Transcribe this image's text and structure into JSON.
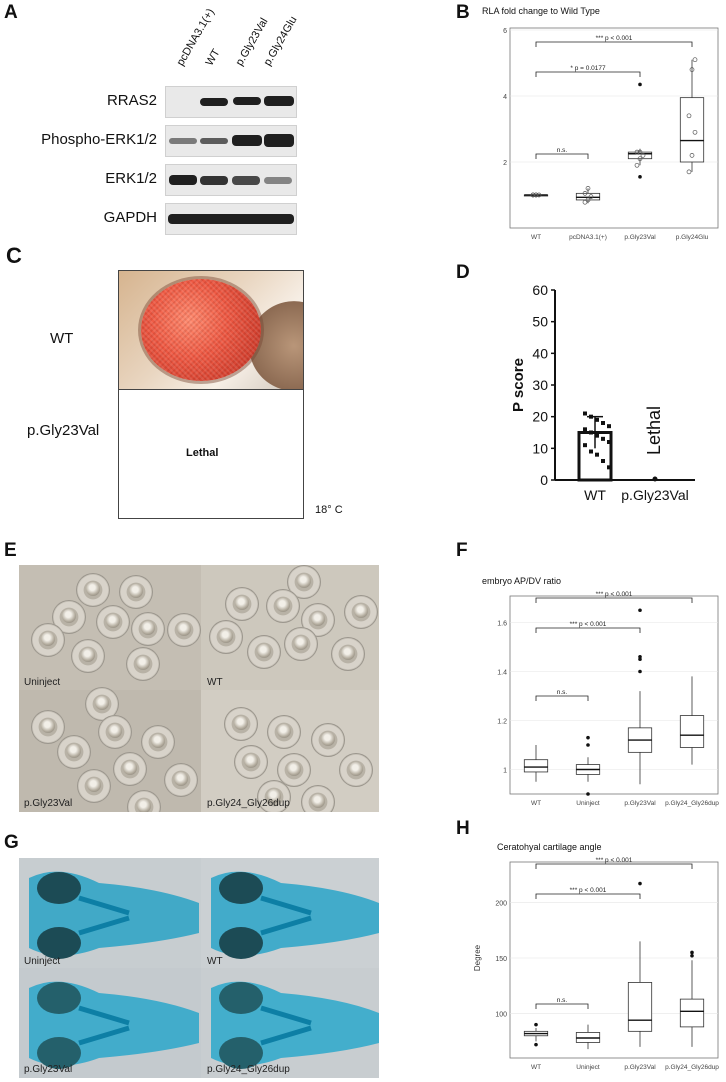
{
  "panels": {
    "A": "A",
    "B": "B",
    "C": "C",
    "D": "D",
    "E": "E",
    "F": "F",
    "G": "G",
    "H": "H"
  },
  "panelA": {
    "lanes": [
      "pcDNA3.1(+)",
      "WT",
      "p.Gly23Val",
      "p.Gly24Glu"
    ],
    "rows": [
      "RRAS2",
      "Phospho-ERK1/2",
      "ERK1/2",
      "GAPDH"
    ]
  },
  "panelB": {
    "title": "RLA fold change to Wild Type",
    "sig": [
      "*** p < 0.001",
      "*  p = 0.0177",
      "n.s."
    ]
  },
  "panelC": {
    "row_labels": [
      "WT",
      "p.Gly23Val"
    ],
    "lethal": "Lethal",
    "temp": "18° C"
  },
  "panelD": {
    "ylabel": "P score",
    "lethal": "Lethal"
  },
  "panelE": {
    "labels": [
      "Uninject",
      "WT",
      "p.Gly23Val",
      "p.Gly24_Gly26dup"
    ]
  },
  "panelF": {
    "title": "embryo AP/DV ratio",
    "sig": [
      "*** p < 0.001",
      "*** p < 0.001",
      "n.s."
    ]
  },
  "panelG": {
    "labels": [
      "Uninject",
      "WT",
      "p.Gly23Val",
      "p.Gly24_Gly26dup"
    ]
  },
  "panelH": {
    "title": "Ceratohyal cartilage angle",
    "sig": [
      "*** p < 0.001",
      "*** p < 0.001",
      "n.s."
    ]
  },
  "chart_data": [
    {
      "type": "box",
      "id": "B",
      "title": "RLA fold change to Wild Type",
      "categories": [
        "WT",
        "pcDNA3.1(+)",
        "p.Gly23Val",
        "p.Gly24Glu"
      ],
      "ylim": [
        0,
        6
      ],
      "yticks": [
        2,
        4,
        6
      ],
      "boxes": [
        {
          "q1": 1.0,
          "median": 1.0,
          "q3": 1.0,
          "lo": 1.0,
          "hi": 1.0
        },
        {
          "q1": 0.85,
          "median": 0.93,
          "q3": 1.05,
          "lo": 0.75,
          "hi": 1.2
        },
        {
          "q1": 2.1,
          "median": 2.25,
          "q3": 2.3,
          "lo": 1.9,
          "hi": 2.4
        },
        {
          "q1": 2.0,
          "median": 2.65,
          "q3": 3.95,
          "lo": 1.7,
          "hi": 5.1
        }
      ],
      "points": [
        [
          1.0,
          1.0,
          1.0,
          1.0,
          1.0
        ],
        [
          0.78,
          0.85,
          0.95,
          1.05,
          1.2
        ],
        [
          1.9,
          2.1,
          2.2,
          2.3,
          2.3
        ],
        [
          1.7,
          2.2,
          2.9,
          3.4,
          4.8,
          5.1
        ]
      ],
      "outliers": [
        [],
        [],
        [
          1.55,
          4.35
        ],
        []
      ]
    },
    {
      "type": "bar",
      "id": "D",
      "categories": [
        "WT",
        "p.Gly23Val"
      ],
      "values": [
        15,
        0
      ],
      "error": [
        5,
        0
      ],
      "ylabel": "P score",
      "ylim": [
        0,
        60
      ],
      "yticks": [
        0,
        10,
        20,
        30,
        40,
        50,
        60
      ],
      "points": [
        21,
        20,
        19,
        18,
        17,
        16,
        15,
        14,
        13,
        12,
        11,
        9,
        8,
        6,
        4
      ]
    },
    {
      "type": "box",
      "id": "F",
      "title": "embryo AP/DV ratio",
      "categories": [
        "WT",
        "Uninject",
        "p.Gly23Val",
        "p.Gly24_Gly26dup"
      ],
      "ylim": [
        0.9,
        1.7
      ],
      "yticks": [
        1.0,
        1.2,
        1.4,
        1.6
      ],
      "boxes": [
        {
          "q1": 0.99,
          "median": 1.01,
          "q3": 1.04,
          "lo": 0.95,
          "hi": 1.1
        },
        {
          "q1": 0.98,
          "median": 1.0,
          "q3": 1.02,
          "lo": 0.95,
          "hi": 1.05
        },
        {
          "q1": 1.07,
          "median": 1.12,
          "q3": 1.17,
          "lo": 0.94,
          "hi": 1.32
        },
        {
          "q1": 1.09,
          "median": 1.14,
          "q3": 1.22,
          "lo": 1.02,
          "hi": 1.38
        }
      ],
      "outliers": [
        [],
        [
          0.9,
          1.1,
          1.13
        ],
        [
          1.4,
          1.45,
          1.46,
          1.65
        ],
        []
      ]
    },
    {
      "type": "box",
      "id": "H",
      "title": "Ceratohyal cartilage angle",
      "ylabel": "Degree",
      "categories": [
        "WT",
        "Uninject",
        "p.Gly23Val",
        "p.Gly24_Gly26dup"
      ],
      "ylim": [
        60,
        240
      ],
      "yticks": [
        100,
        150,
        200
      ],
      "boxes": [
        {
          "q1": 80,
          "median": 82,
          "q3": 84,
          "lo": 75,
          "hi": 87
        },
        {
          "q1": 74,
          "median": 78,
          "q3": 83,
          "lo": 68,
          "hi": 90
        },
        {
          "q1": 84,
          "median": 94,
          "q3": 128,
          "lo": 70,
          "hi": 165
        },
        {
          "q1": 88,
          "median": 102,
          "q3": 113,
          "lo": 70,
          "hi": 148
        }
      ],
      "outliers": [
        [
          72,
          90
        ],
        [],
        [
          217
        ],
        [
          152,
          155
        ]
      ]
    }
  ]
}
